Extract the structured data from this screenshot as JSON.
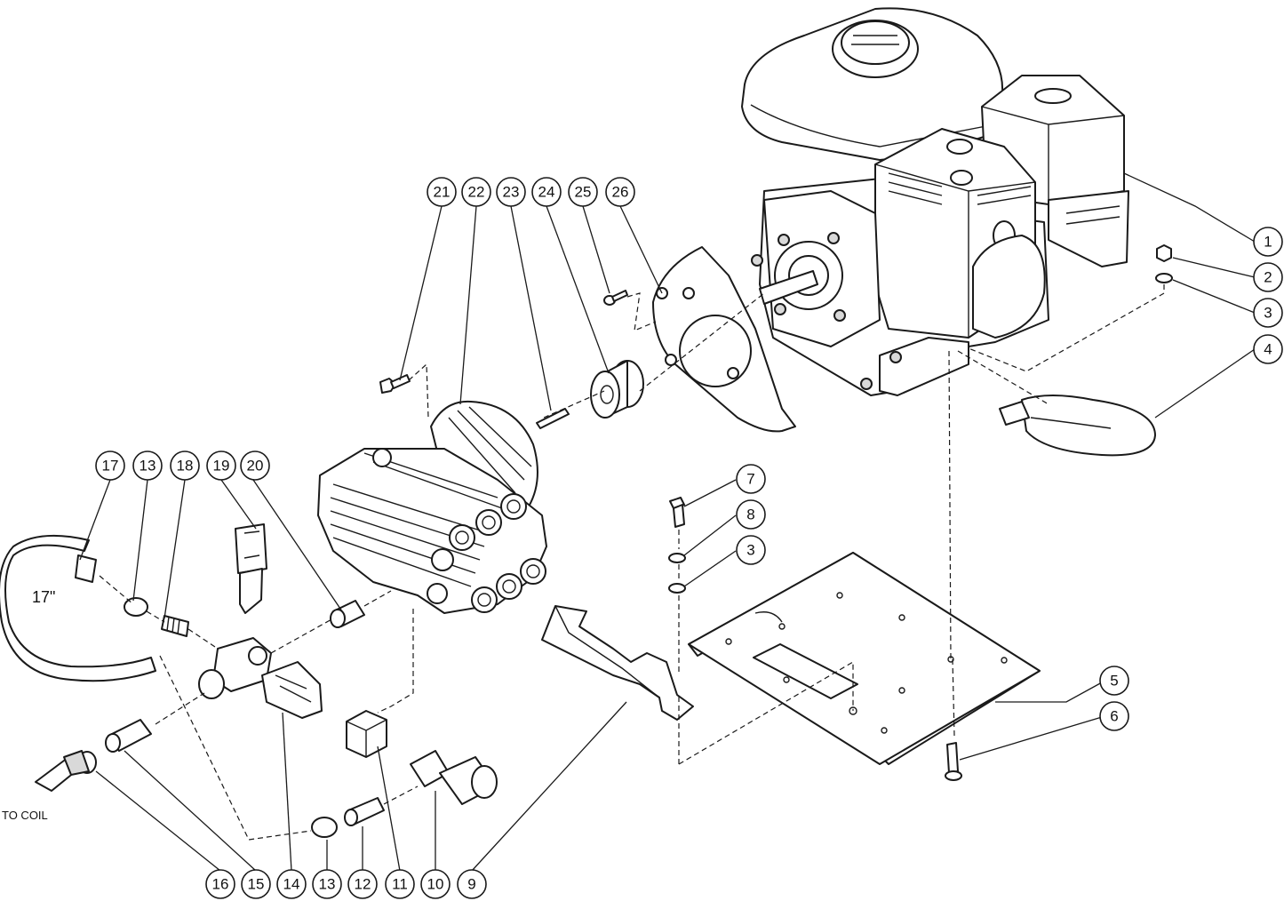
{
  "diagram": {
    "callouts": [
      "1",
      "2",
      "3",
      "3",
      "4",
      "5",
      "6",
      "7",
      "8",
      "9",
      "10",
      "11",
      "12",
      "13",
      "13",
      "14",
      "15",
      "16",
      "17",
      "18",
      "19",
      "20",
      "21",
      "22",
      "23",
      "24",
      "25",
      "26"
    ],
    "notes": {
      "hose_length": "17\"",
      "to_coil": "TO COIL"
    }
  },
  "colors": {
    "line": "#1a1a1a",
    "background": "#ffffff",
    "shade": "#d9d9d9"
  }
}
